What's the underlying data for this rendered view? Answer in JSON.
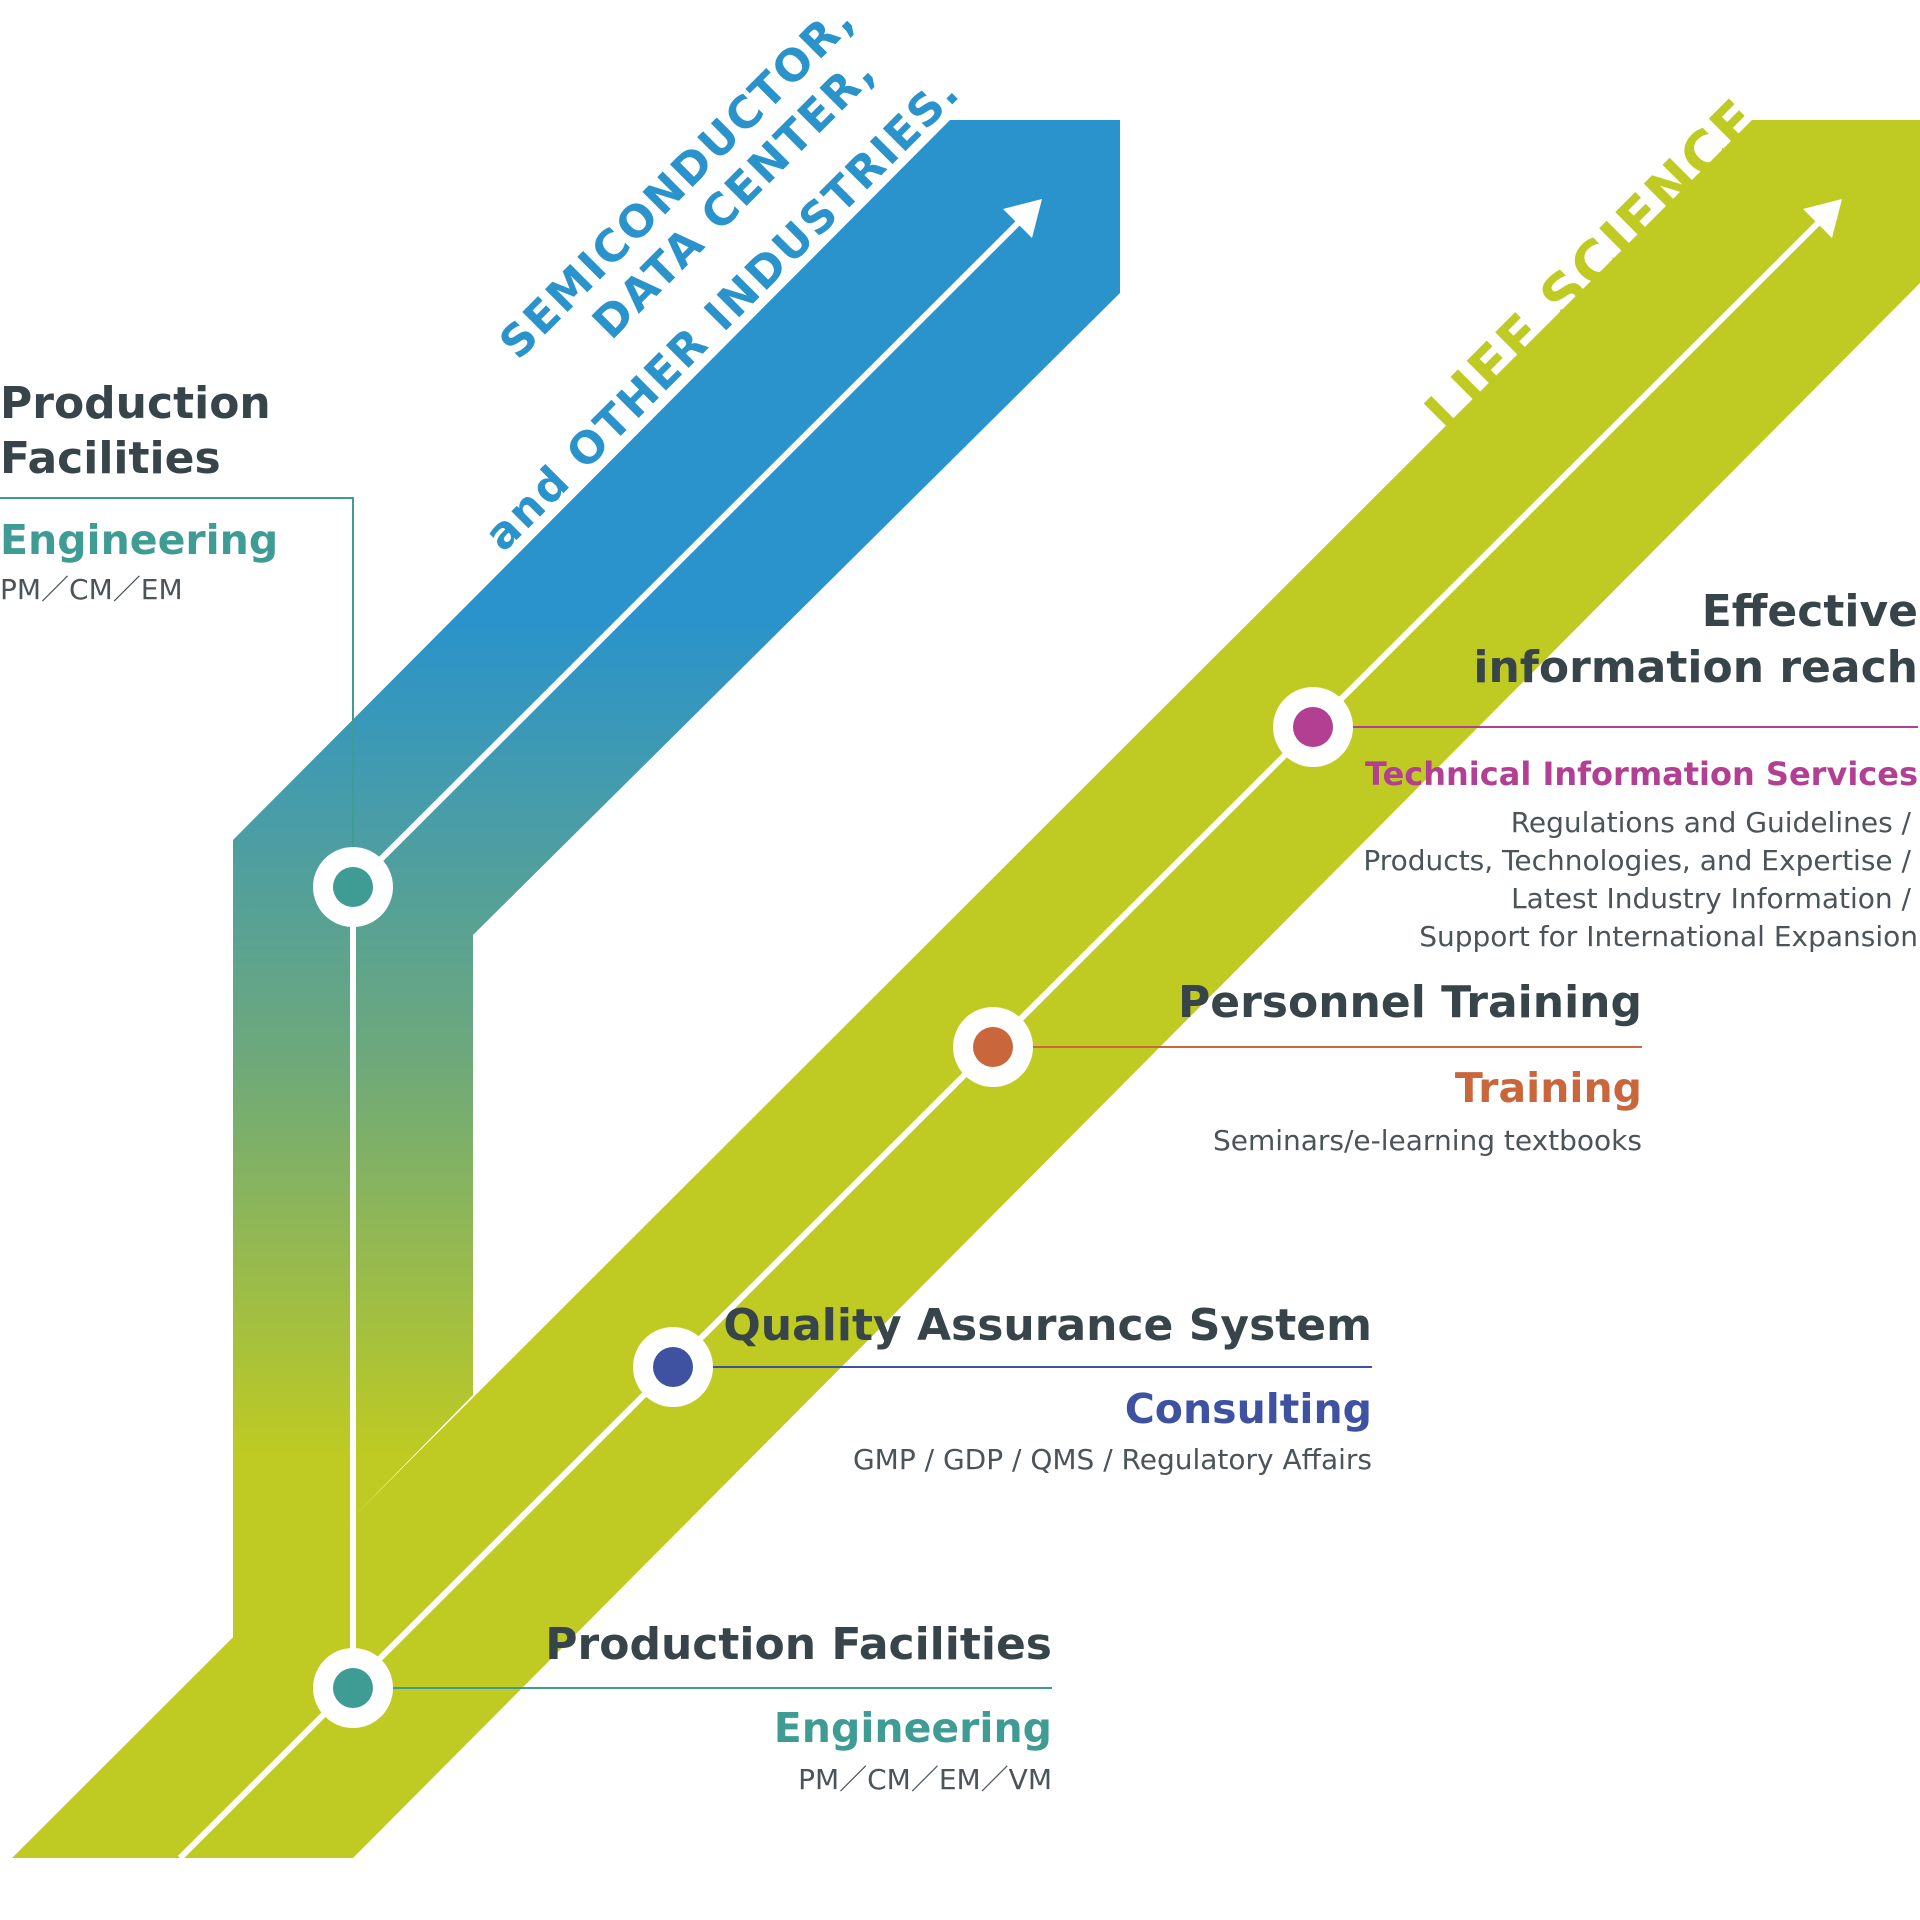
{
  "colors": {
    "blue": "#2a93cb",
    "green": "#bfcb22",
    "teal": "#3e9c95",
    "purple": "#b33f93",
    "orange": "#c9663c",
    "indigo": "#3f52a1",
    "dark_text": "#37444a"
  },
  "streams": {
    "semiconductor": [
      "SEMICONDUCTOR,",
      "DATA CENTER,",
      "and OTHER INDUSTRIES."
    ],
    "life_science": "LIFE SCIENCE"
  },
  "blue_node": {
    "title_line1": "Production",
    "title_line2": "Facilities",
    "service": "Engineering",
    "details": "PM／CM／EM"
  },
  "green_nodes": [
    {
      "title": "Production Facilities",
      "service": "Engineering",
      "details": [
        "PM／CM／EM／VM"
      ]
    },
    {
      "title": "Quality Assurance System",
      "service": "Consulting",
      "details": [
        "GMP / GDP / QMS / Regulatory Affairs"
      ]
    },
    {
      "title": "Personnel Training",
      "service": "Training",
      "details": [
        "Seminars/e-learning textbooks"
      ]
    },
    {
      "title_line1": "Effective",
      "title_line2": "information reach",
      "service": "Technical Information Services",
      "details": [
        "Regulations and Guidelines /",
        "Products, Technologies, and Expertise /",
        "Latest Industry Information /",
        "Support for International Expansion"
      ]
    }
  ]
}
